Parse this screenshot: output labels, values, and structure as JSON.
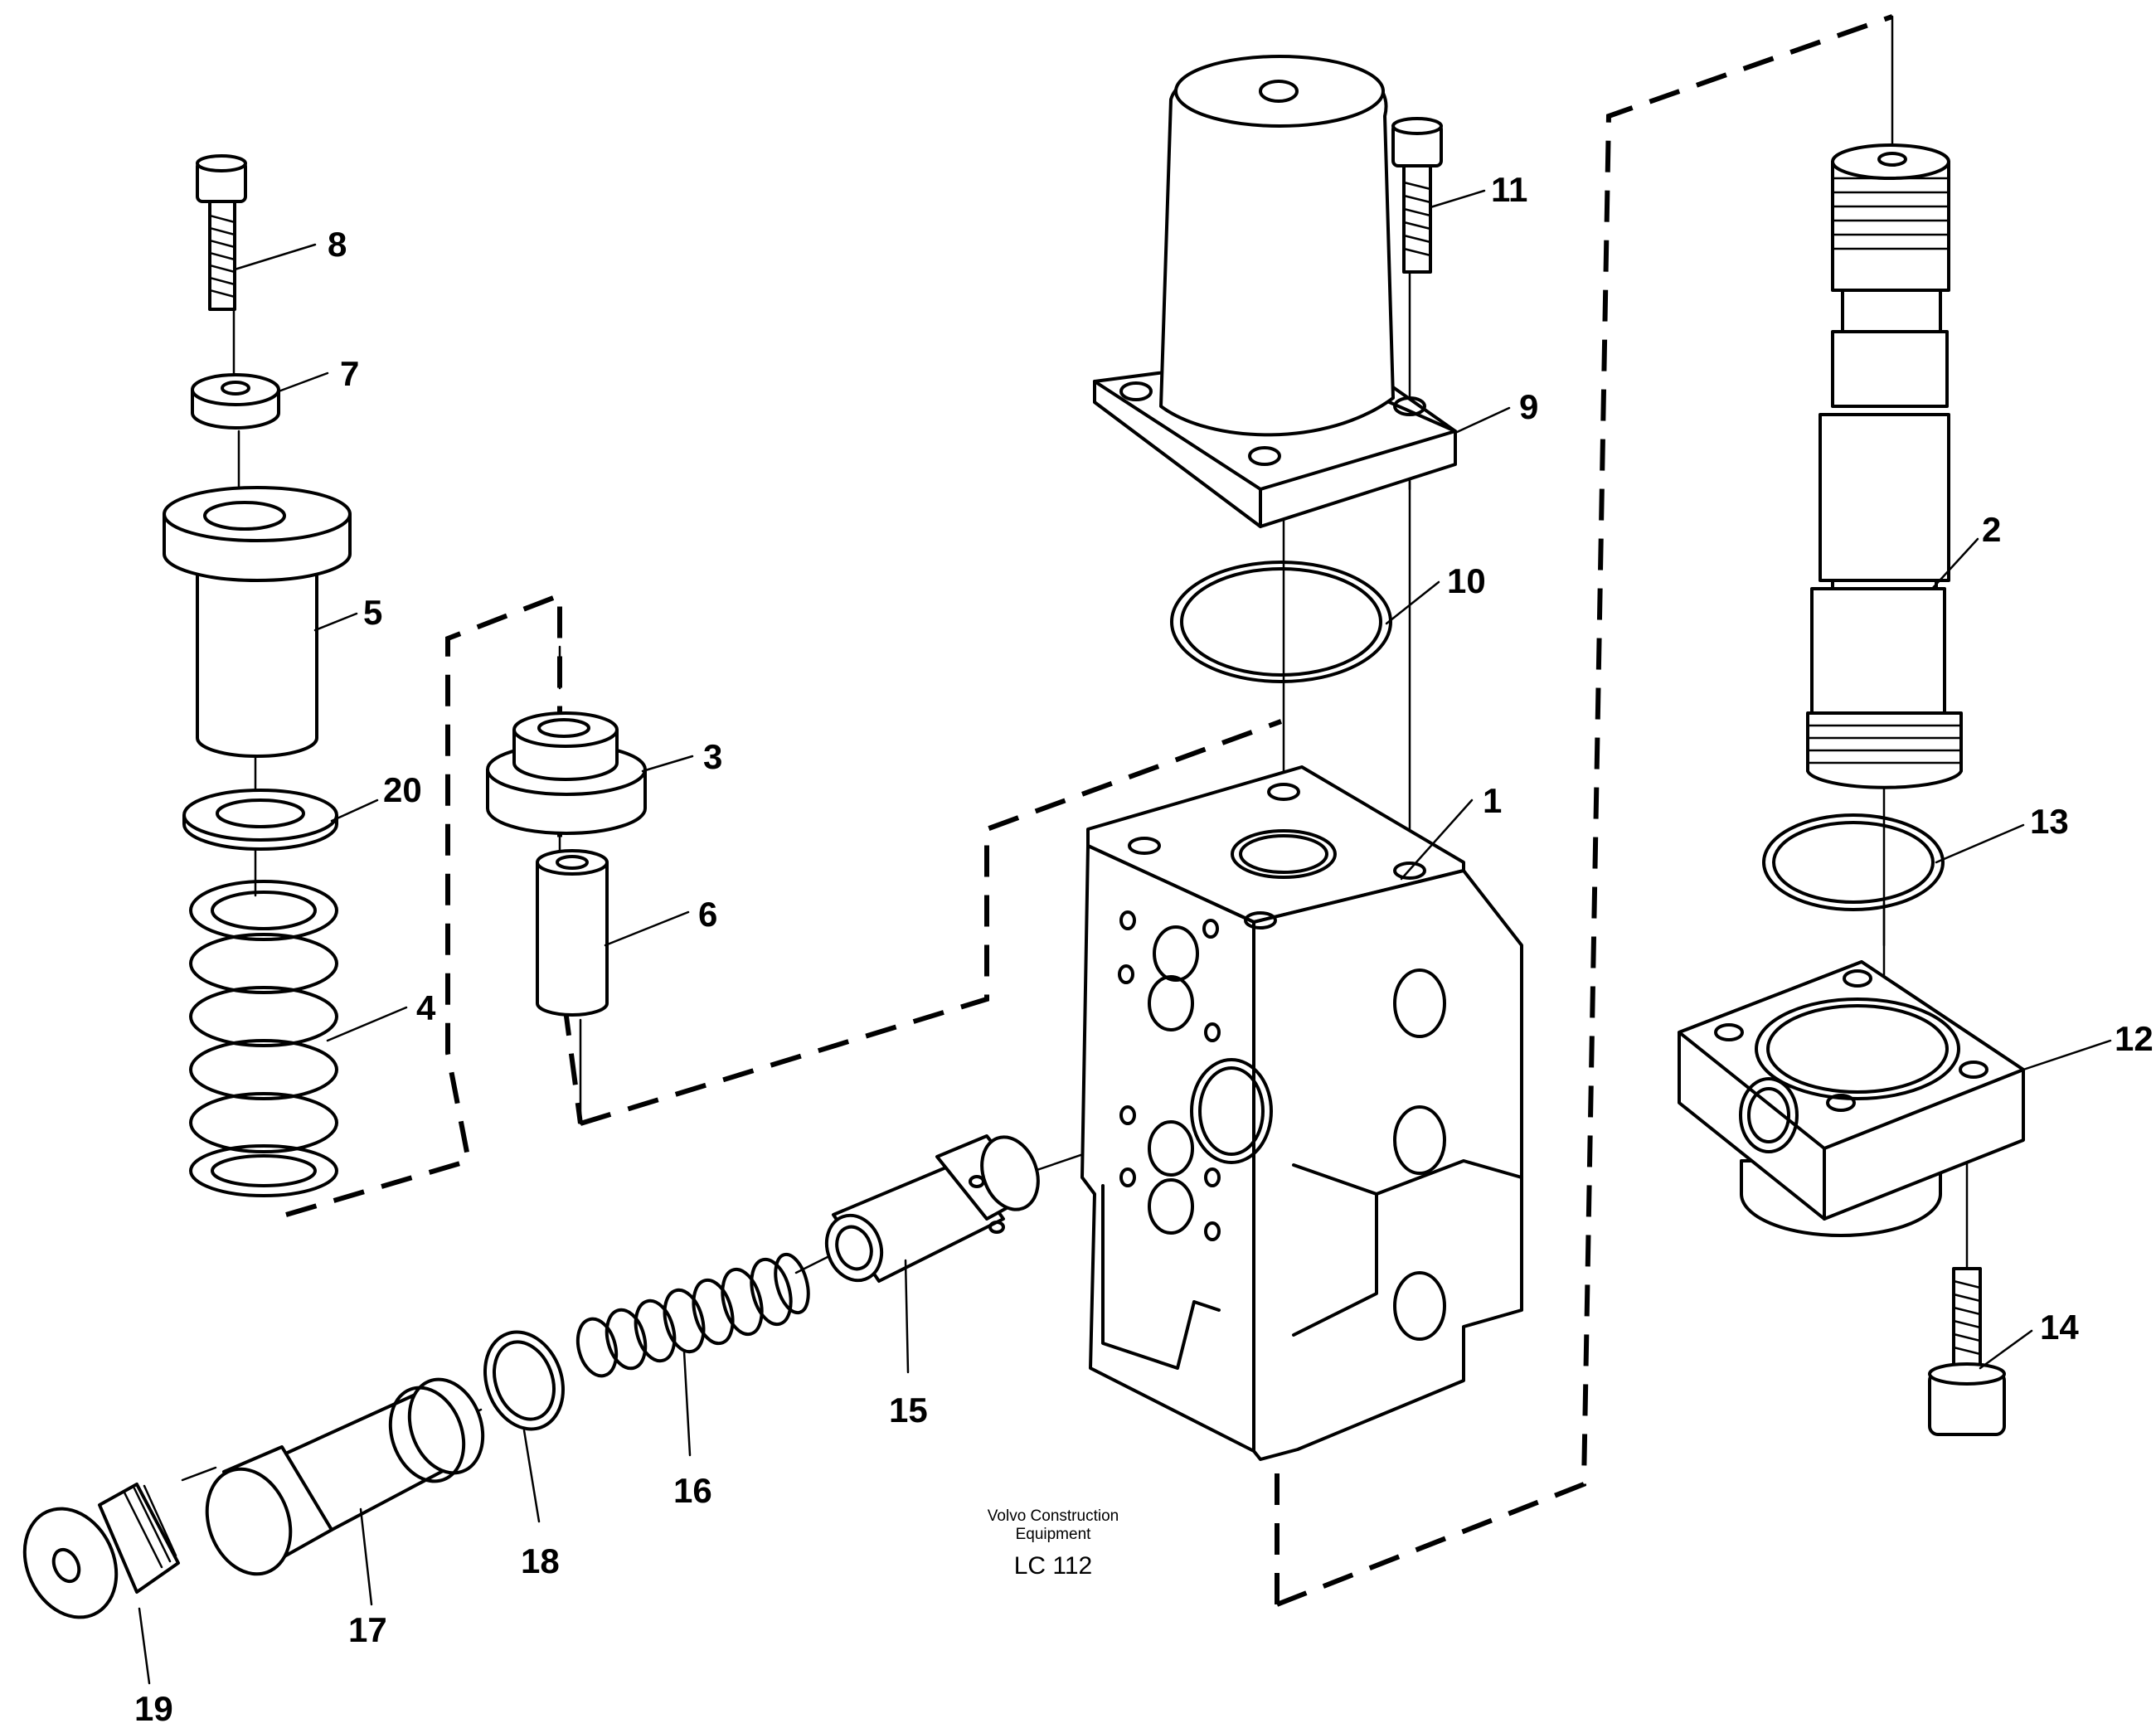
{
  "caption": {
    "company_line1": "Volvo Construction",
    "company_line2": "Equipment",
    "code": "LC 112"
  },
  "callouts": [
    {
      "id": "1",
      "label": "1",
      "part": "valve-body"
    },
    {
      "id": "2",
      "label": "2",
      "part": "valve-spool"
    },
    {
      "id": "3",
      "label": "3",
      "part": "spring-seat"
    },
    {
      "id": "4",
      "label": "4",
      "part": "spring"
    },
    {
      "id": "5",
      "label": "5",
      "part": "sleeve"
    },
    {
      "id": "6",
      "label": "6",
      "part": "bushing"
    },
    {
      "id": "7",
      "label": "7",
      "part": "washer"
    },
    {
      "id": "8",
      "label": "8",
      "part": "screw"
    },
    {
      "id": "9",
      "label": "9",
      "part": "cover"
    },
    {
      "id": "10",
      "label": "10",
      "part": "o-ring"
    },
    {
      "id": "11",
      "label": "11",
      "part": "screw"
    },
    {
      "id": "12",
      "label": "12",
      "part": "flange"
    },
    {
      "id": "13",
      "label": "13",
      "part": "o-ring"
    },
    {
      "id": "14",
      "label": "14",
      "part": "screw"
    },
    {
      "id": "15",
      "label": "15",
      "part": "piston"
    },
    {
      "id": "16",
      "label": "16",
      "part": "spring"
    },
    {
      "id": "17",
      "label": "17",
      "part": "plunger"
    },
    {
      "id": "18",
      "label": "18",
      "part": "o-ring"
    },
    {
      "id": "19",
      "label": "19",
      "part": "plug"
    },
    {
      "id": "20",
      "label": "20",
      "part": "washer"
    }
  ]
}
